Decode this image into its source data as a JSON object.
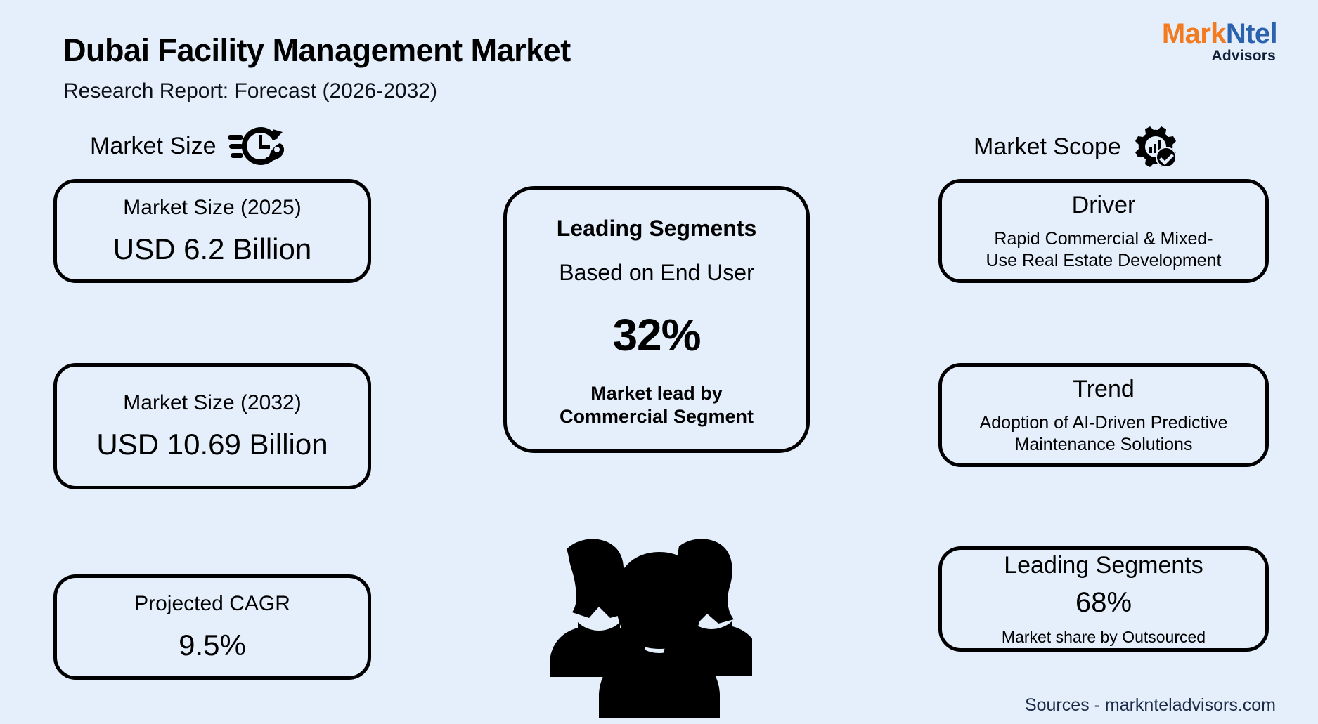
{
  "page": {
    "background_color": "#e4effb",
    "title": "Dubai Facility Management Market",
    "subtitle": "Research Report: Forecast (2026-2032)"
  },
  "logo": {
    "part1": "Mark",
    "part2": "Ntel",
    "tagline": "Advisors",
    "part1_color": "#f47a20",
    "part2_color": "#2b62ae",
    "tagline_color": "#10203a"
  },
  "columns": {
    "left_heading": "Market Size",
    "left_icon": "clock-rocket-icon",
    "right_heading": "Market Scope",
    "right_icon": "gear-bar-chart-check-icon"
  },
  "left_cards": [
    {
      "label": "Market Size (2025)",
      "value": "USD 6.2 Billion"
    },
    {
      "label": "Market Size (2032)",
      "value": "USD 10.69 Billion"
    },
    {
      "label": "Projected CAGR",
      "value": "9.5%"
    }
  ],
  "center_card": {
    "heading": "Leading Segments",
    "subheading": "Based on End User",
    "value": "32%",
    "note_line1": "Market lead by",
    "note_line2": "Commercial Segment"
  },
  "right_cards": [
    {
      "title": "Driver",
      "body_line1": "Rapid Commercial & Mixed-",
      "body_line2": "Use Real Estate Development"
    },
    {
      "title": "Trend",
      "body_line1": "Adoption of AI-Driven Predictive",
      "body_line2": "Maintenance Solutions"
    },
    {
      "title": "Leading Segments",
      "value": "68%",
      "caption": "Market share by Outsourced"
    }
  ],
  "graphics": {
    "people_icon": "three-people-group-icon"
  },
  "footer": {
    "sources": "Sources - marknteladvisors.com"
  }
}
